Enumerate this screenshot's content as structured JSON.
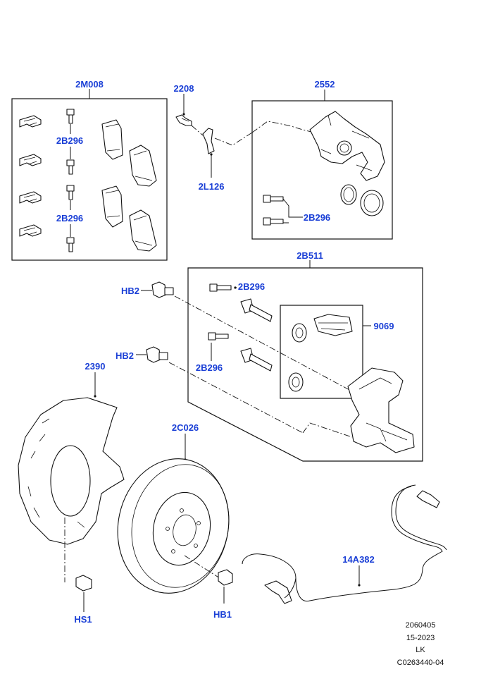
{
  "parts": {
    "pad_kit": "2M008",
    "bolt_a": "2B296",
    "bolt_b": "2B296",
    "bleeder": "2208",
    "clip": "2L126",
    "caliper": "2552",
    "caliper_bolts": "2B296",
    "carrier": "2B511",
    "carrier_bolt_top": "2B296",
    "carrier_bolt_bottom": "2B296",
    "boot_kit": "9069",
    "hb2_top": "HB2",
    "hb2_bottom": "HB2",
    "shield": "2390",
    "disc": "2C026",
    "sensor": "14A382",
    "hs1": "HS1",
    "hb1": "HB1"
  },
  "footer": {
    "line1": "2060405",
    "line2": "15-2023",
    "line3": "LK",
    "line4": "C0263440-04"
  },
  "colors": {
    "label": "#1a3fd6",
    "line": "#111111"
  }
}
